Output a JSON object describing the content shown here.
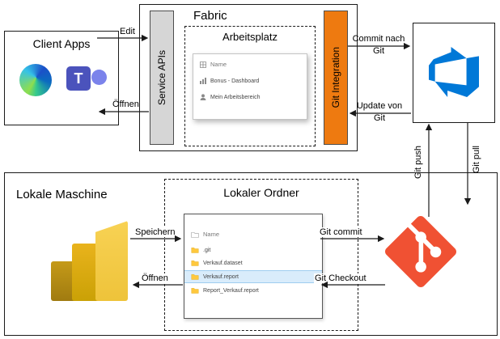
{
  "client_apps": {
    "title": "Client Apps"
  },
  "fabric": {
    "title": "Fabric",
    "service_apis_label": "Service APIs",
    "git_integration_label": "Git Integration",
    "arbeitsplatz": {
      "title": "Arbeitsplatz",
      "header": "Name",
      "items": [
        "Bonus - Dashboard",
        "Mein Arbeitsbereich"
      ]
    }
  },
  "local_machine": {
    "title": "Lokale Maschine",
    "lokaler_ordner": {
      "title": "Lokaler Ordner",
      "header": "Name",
      "items": [
        ".git",
        "Verkauf.dataset",
        "Verkauf.report",
        "Report_Verkauf.report"
      ]
    }
  },
  "arrow_labels": {
    "edit": "Edit",
    "oeffnen_top": "Öffnen",
    "commit_nach_git": "Commit nach Git",
    "update_von_git": "Update von Git",
    "git_push": "Git push",
    "git_pull": "Git pull",
    "speichern": "Speichern",
    "oeffnen_unten": "Öffnen",
    "git_commit": "Git commit",
    "git_checkout": "Git Checkout"
  },
  "icons": {
    "teams_glyph": "T"
  },
  "colors": {
    "service_apis_bar": "#d6d6d6",
    "git_integration_bar": "#ee7a10",
    "git_logo": "#f05133",
    "azure_devops": "#0078d7",
    "powerbi_yellow": "#f2c811"
  }
}
